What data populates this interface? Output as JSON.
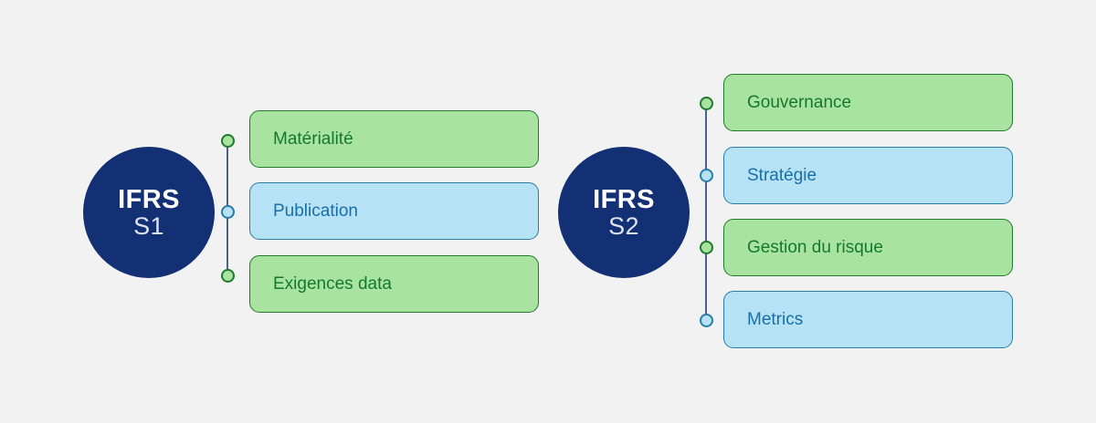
{
  "diagram": {
    "background_color": "#f2f2f2",
    "palette": {
      "navy": "#123073",
      "green_fill": "#a8e3a0",
      "green_border": "#1f7a2e",
      "green_text": "#15792b",
      "blue_fill": "#b5e2f5",
      "blue_border": "#2a7ca8",
      "blue_text": "#1a6fa8",
      "connector_line": "#4a5f8a"
    },
    "groups": [
      {
        "id": "ifrs-s1",
        "node": {
          "code": "IFRS",
          "number": "S1"
        },
        "pillars": [
          {
            "label": "Matérialité",
            "color": "green"
          },
          {
            "label": "Publication",
            "color": "blue"
          },
          {
            "label": "Exigences data",
            "color": "green"
          }
        ]
      },
      {
        "id": "ifrs-s2",
        "node": {
          "code": "IFRS",
          "number": "S2"
        },
        "pillars": [
          {
            "label": "Gouvernance",
            "color": "green"
          },
          {
            "label": "Stratégie",
            "color": "blue"
          },
          {
            "label": "Gestion du risque",
            "color": "green"
          },
          {
            "label": "Metrics",
            "color": "blue"
          }
        ]
      }
    ]
  }
}
